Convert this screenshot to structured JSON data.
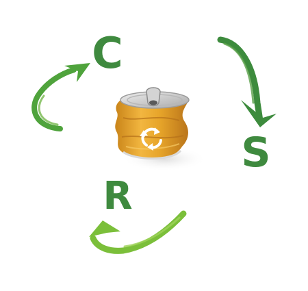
{
  "letters": {
    "c": "C",
    "s": "S",
    "r": "R"
  },
  "can": {
    "icon": "recycle-icon"
  },
  "colors": {
    "letter_green": "#3f8a3f",
    "arrow_dark_green": "#3d8b3d",
    "arrow_mid_green": "#4fa33c",
    "arrow_light_green": "#7bbf3a",
    "can_orange": "#e7a52a",
    "can_orange_dark": "#c9841a",
    "can_lid": "#c9c9c9",
    "background": "#ffffff"
  }
}
